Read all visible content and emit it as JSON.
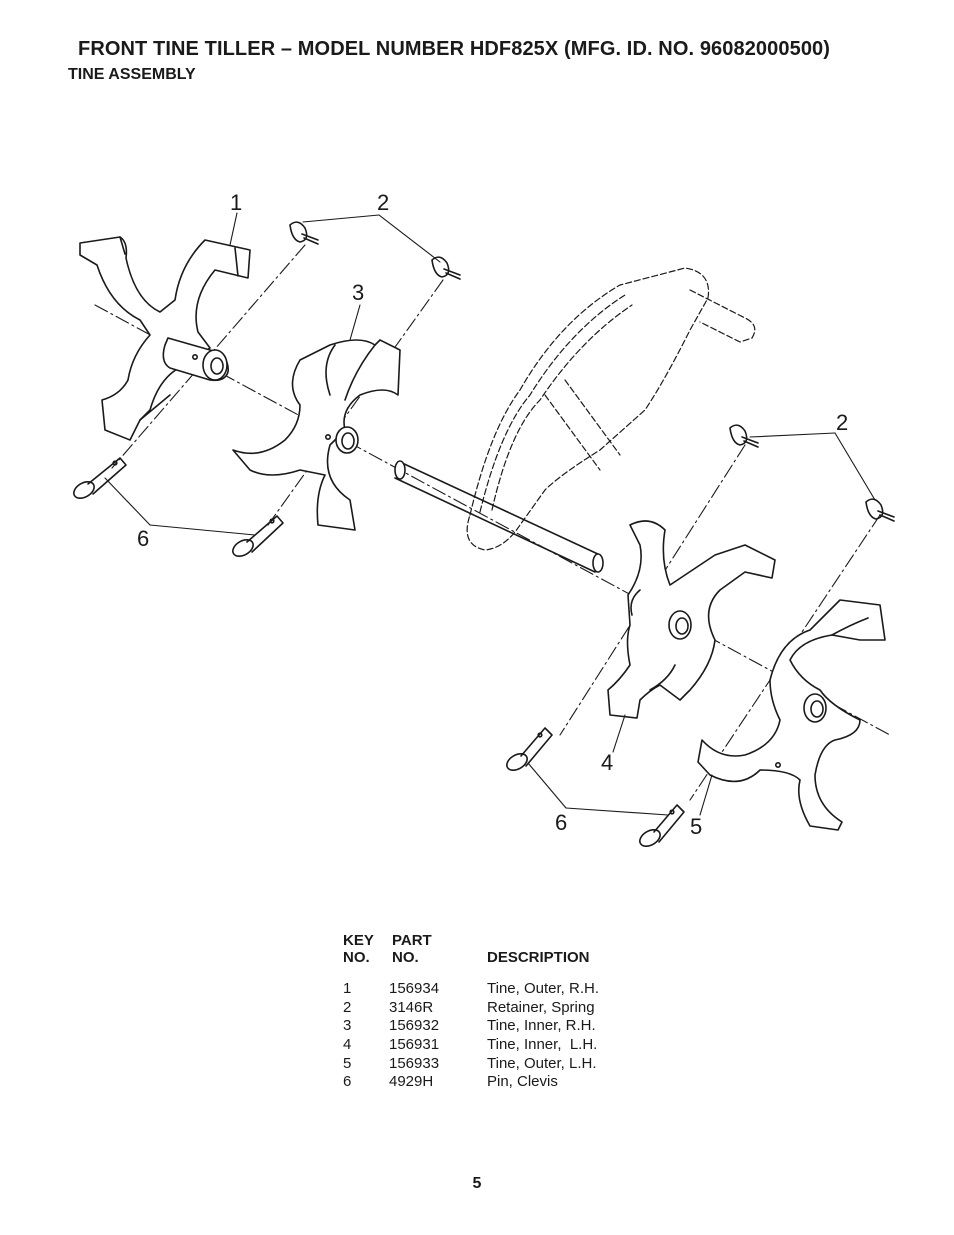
{
  "header": {
    "title": "FRONT TINE TILLER – MODEL NUMBER HDF825X (MFG. ID. NO. 96082000500)",
    "subtitle": "TINE ASSEMBLY"
  },
  "diagram": {
    "callouts": [
      "1",
      "2",
      "3",
      "2",
      "6",
      "4",
      "6",
      "5"
    ]
  },
  "parts_table": {
    "headers": {
      "key_line1": "KEY",
      "key_line2": "NO.",
      "part_line1": "PART",
      "part_line2": "NO.",
      "description": "DESCRIPTION"
    },
    "rows": [
      {
        "key": "1",
        "part": "156934",
        "description": "Tine, Outer, R.H."
      },
      {
        "key": "2",
        "part": "3146R",
        "description": "Retainer, Spring"
      },
      {
        "key": "3",
        "part": "156932",
        "description": "Tine, Inner, R.H."
      },
      {
        "key": "4",
        "part": "156931",
        "description": "Tine, Inner,  L.H."
      },
      {
        "key": "5",
        "part": "156933",
        "description": "Tine, Outer, L.H."
      },
      {
        "key": "6",
        "part": "4929H",
        "description": "Pin, Clevis"
      }
    ]
  },
  "footer": {
    "page_number": "5"
  }
}
